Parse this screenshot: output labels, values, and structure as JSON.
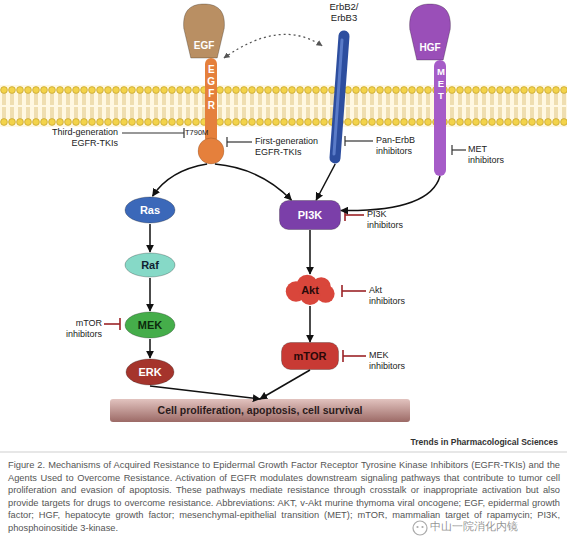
{
  "diagram": {
    "caption": "Figure 2. Mechanisms of Acquired Resistance to Epidermal Growth Factor Receptor Tyrosine Kinase Inhibitors (EGFR-TKIs) and the Agents Used to Overcome Resistance. Activation of EGFR modulates downstream signaling pathways that contribute to tumor cell proliferation and evasion of apoptosis. These pathways mediate resistance through crosstalk or inappropriate activation but also provide targets for drugs to overcome resistance. Abbreviations: AKT, v-Akt murine thymoma viral oncogene; EGF, epidermal growth factor; HGF, hepatocyte growth factor; mesenchymal-epithelial transition (MET); mTOR, mammalian target of rapamycin; PI3K, phosphoinositide 3-kinase.",
    "nodes": [
      {
        "text": [
          "EGF"
        ]
      },
      {
        "text": [
          "ErbB2/ ErbB3"
        ]
      },
      {
        "text": [
          "HGF"
        ]
      },
      {
        "text": [
          "EGFR"
        ]
      },
      {
        "text": [
          "MET"
        ]
      },
      {
        "text": [
          "Ras"
        ]
      },
      {
        "text": [
          "PI3K"
        ]
      },
      {
        "text": [
          "Raf"
        ]
      },
      {
        "text": [
          "Akt"
        ]
      },
      {
        "text": [
          "MEK"
        ]
      },
      {
        "text": [
          "mTOR"
        ]
      },
      {
        "text": [
          "ERK"
        ]
      },
      {
        "text": [
          "Cell proliferation, apoptosis, cell survival"
        ]
      }
    ],
    "edges": [
      {
        "from": 3,
        "to": 1,
        "arrow": "both"
      },
      {
        "from": 3,
        "to": 5,
        "arrow": "to"
      },
      {
        "from": 3,
        "to": 6,
        "arrow": "to"
      },
      {
        "from": 1,
        "to": 6,
        "arrow": "to"
      },
      {
        "from": 4,
        "to": 6,
        "arrow": "to"
      },
      {
        "from": 5,
        "to": 7,
        "arrow": "to"
      },
      {
        "from": 7,
        "to": 9,
        "arrow": "to"
      },
      {
        "from": 9,
        "to": 11,
        "arrow": "to"
      },
      {
        "from": 6,
        "to": 8,
        "arrow": "to"
      },
      {
        "from": 8,
        "to": 10,
        "arrow": "to"
      },
      {
        "from": 11,
        "to": 12,
        "arrow": "to"
      },
      {
        "from": 10,
        "to": 12,
        "arrow": "to"
      }
    ],
    "labels": [
      "Third-generation EGFR-TKIs",
      "T790M",
      "First-generation EGFR-TKIs",
      "Pan-ErbB inhibitors",
      "MET inhibitors",
      "PI3K inhibitors",
      "Akt inhibitors",
      "MEK inhibitors",
      "mTOR inhibitors",
      "Trends in Pharmacological Sciences",
      "中山一院消化内镜"
    ]
  }
}
